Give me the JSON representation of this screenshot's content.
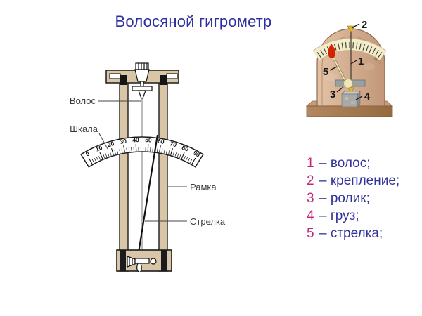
{
  "title": "Волосяной гигрометр",
  "diagram": {
    "labels": {
      "hair": "Волос",
      "scale": "Шкала",
      "frame": "Рамка",
      "pointer": "Стрелка"
    },
    "scale": {
      "values": [
        "0",
        "10",
        "20",
        "30",
        "40",
        "50",
        "60",
        "70",
        "80",
        "90"
      ],
      "min": 0,
      "max": 90
    }
  },
  "photo": {
    "scale_unit": "%",
    "callouts": [
      {
        "num": "1",
        "part": "волос"
      },
      {
        "num": "2",
        "part": "крепление"
      },
      {
        "num": "3",
        "part": "ролик"
      },
      {
        "num": "4",
        "part": "груз"
      },
      {
        "num": "5",
        "part": "стрелка"
      }
    ]
  },
  "legend": {
    "items": [
      {
        "num": "1",
        "text": "– волос;"
      },
      {
        "num": "2",
        "text": "– крепление;"
      },
      {
        "num": "3",
        "text": "– ролик;"
      },
      {
        "num": "4",
        "text": "– груз;"
      },
      {
        "num": "5",
        "text": "– стрелка;"
      }
    ]
  },
  "colors": {
    "title": "#2e2ea0",
    "legend_number": "#c32878",
    "legend_text": "#32329b",
    "wood": "#d9c6a6",
    "line": "#1c1c1c",
    "photo_body": "#d2aa8c",
    "photo_base": "#a87c54",
    "scale_band": "#f2ecca",
    "pointer_red": "#d62200",
    "mount_yellow": "#e6b821",
    "metal_gray": "#9aa0a2"
  }
}
